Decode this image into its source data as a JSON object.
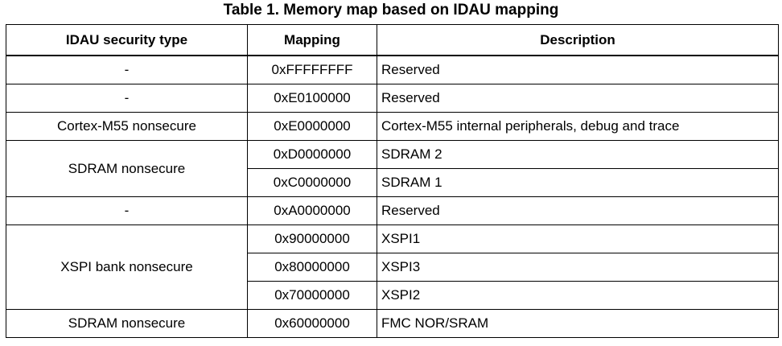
{
  "title": "Table 1. Memory map based on IDAU mapping",
  "headers": {
    "security_type": "IDAU security type",
    "mapping": "Mapping",
    "description": "Description"
  },
  "rows": [
    {
      "security_type": "-",
      "mapping": "0xFFFFFFFF",
      "description": "Reserved"
    },
    {
      "security_type": "-",
      "mapping": "0xE0100000",
      "description": "Reserved"
    },
    {
      "security_type": "Cortex-M55 nonsecure",
      "mapping": "0xE0000000",
      "description": "Cortex-M55 internal peripherals, debug and trace"
    },
    {
      "security_type": "SDRAM nonsecure",
      "mapping": "0xD0000000",
      "description": "SDRAM 2"
    },
    {
      "security_type": "",
      "mapping": "0xC0000000",
      "description": "SDRAM 1"
    },
    {
      "security_type": "-",
      "mapping": "0xA0000000",
      "description": "Reserved"
    },
    {
      "security_type": "XSPI bank nonsecure",
      "mapping": "0x90000000",
      "description": "XSPI1"
    },
    {
      "security_type": "",
      "mapping": "0x80000000",
      "description": "XSPI3"
    },
    {
      "security_type": "",
      "mapping": "0x70000000",
      "description": "XSPI2"
    },
    {
      "security_type": "SDRAM nonsecure",
      "mapping": "0x60000000",
      "description": "FMC NOR/SRAM"
    }
  ]
}
